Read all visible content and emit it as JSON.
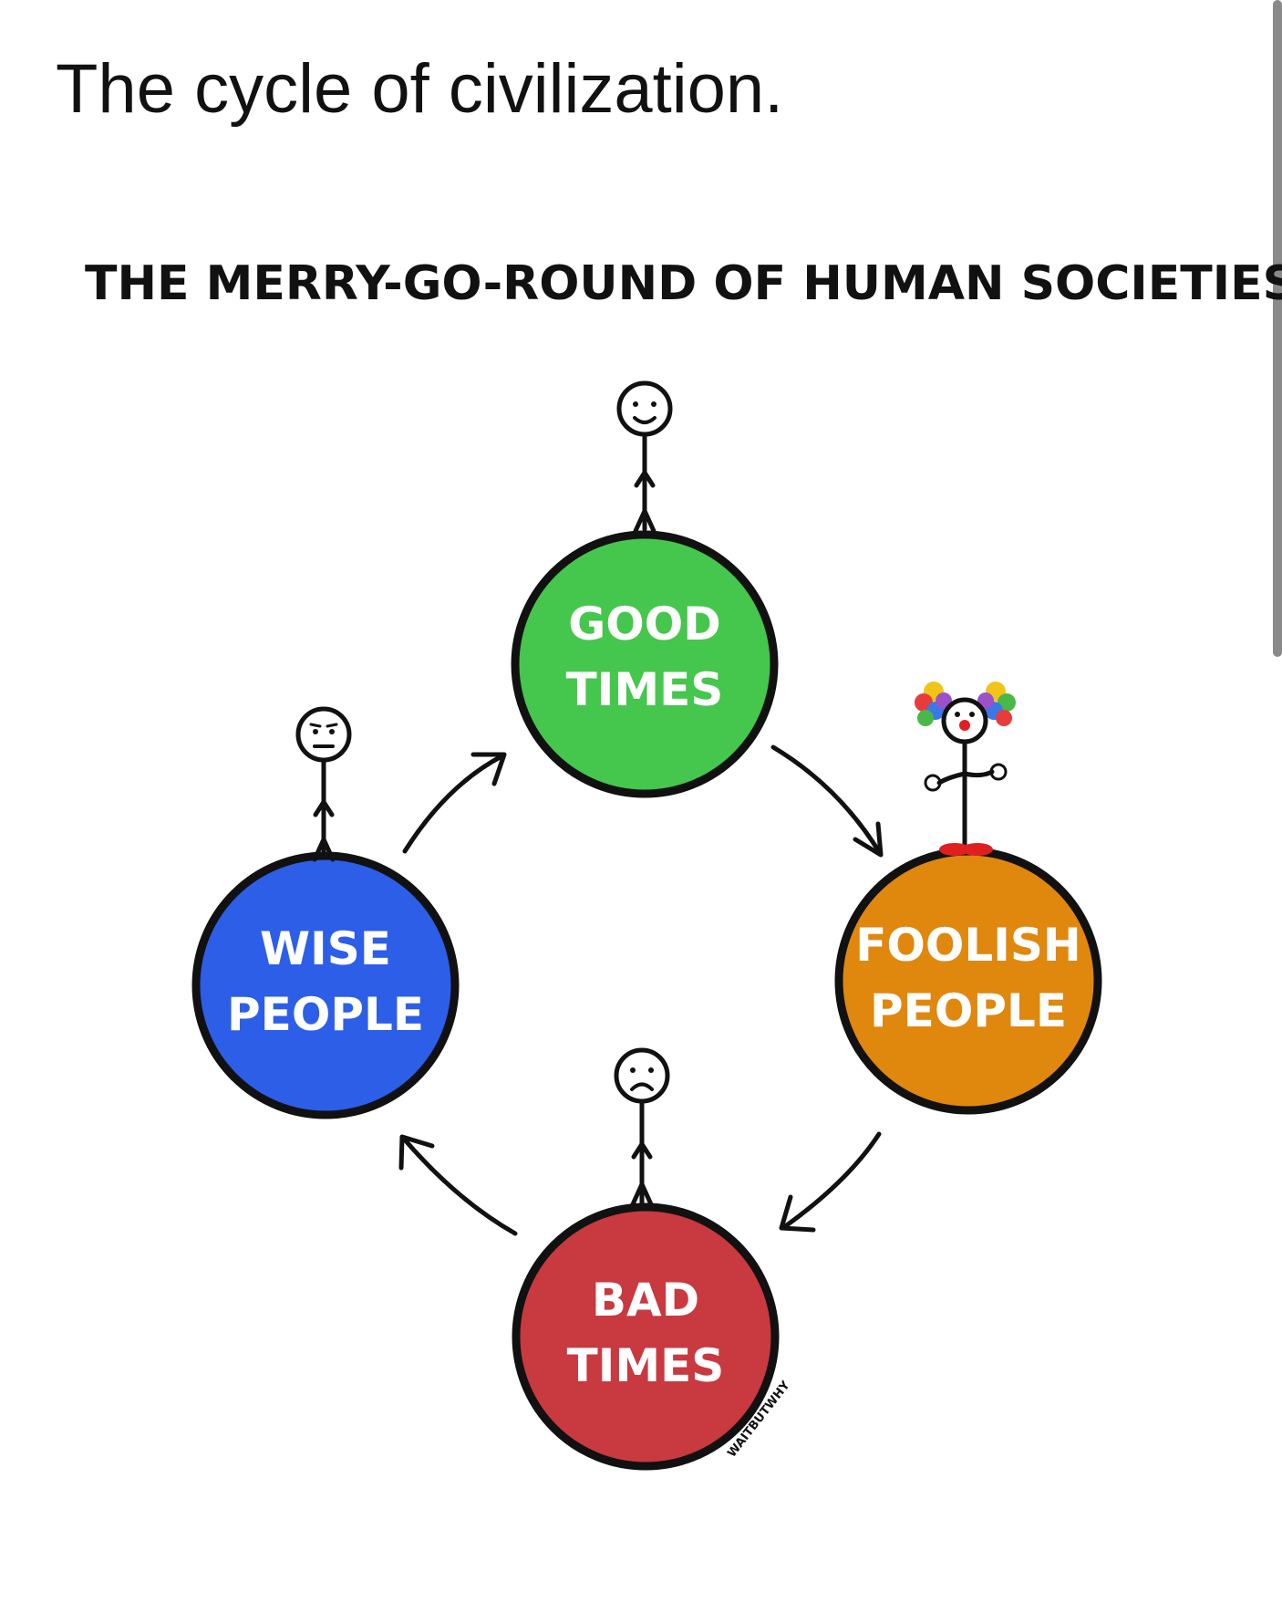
{
  "post": {
    "text": "The cycle of civilization."
  },
  "comic": {
    "title": "THE MERRY-GO-ROUND OF HUMAN SOCIETIES",
    "signature": "WAITBUTWHY",
    "nodes": [
      {
        "id": "good-times",
        "line1": "GOOD",
        "line2": "TIMES",
        "color": "#45c64c"
      },
      {
        "id": "foolish-people",
        "line1": "FOOLISH",
        "line2": "PEOPLE",
        "color": "#e0870e"
      },
      {
        "id": "bad-times",
        "line1": "BAD",
        "line2": "TIMES",
        "color": "#c93940"
      },
      {
        "id": "wise-people",
        "line1": "WISE",
        "line2": "PEOPLE",
        "color": "#2c5ee8"
      }
    ],
    "figures": [
      {
        "id": "good-times-figure",
        "mood": "happy"
      },
      {
        "id": "foolish-people-figure",
        "mood": "clown"
      },
      {
        "id": "bad-times-figure",
        "mood": "sad"
      },
      {
        "id": "wise-people-figure",
        "mood": "neutral"
      }
    ],
    "cycle_order": [
      "good-times",
      "foolish-people",
      "bad-times",
      "wise-people"
    ],
    "colors": {
      "ink": "#111111",
      "clown_nose": "#e02020",
      "clown_shoes": "#e02020"
    }
  }
}
